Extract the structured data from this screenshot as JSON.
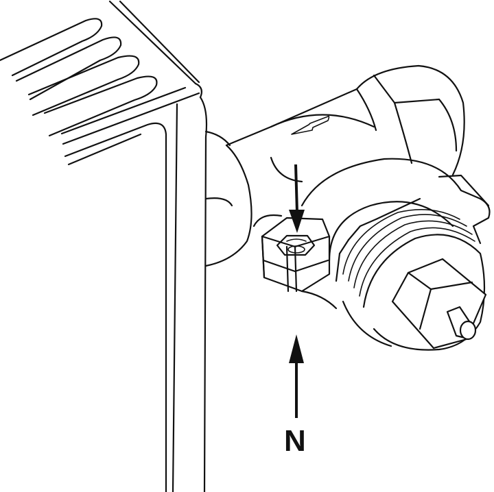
{
  "figure": {
    "subject": "radiator thermostatic valve installation",
    "callout_label": "N",
    "colors": {
      "line": "#111111",
      "background": "#ffffff"
    }
  },
  "parts": {
    "radiator": "radiator-panel",
    "valve_body": "valve-body",
    "flow_arrow": "flow-direction-arrow",
    "hex_nut": "union-hex-nut",
    "threaded_bonnet": "threaded-bonnet",
    "spindle_cap": "spindle-hex-cap",
    "adjust_screw": "presetting-hex-socket"
  }
}
